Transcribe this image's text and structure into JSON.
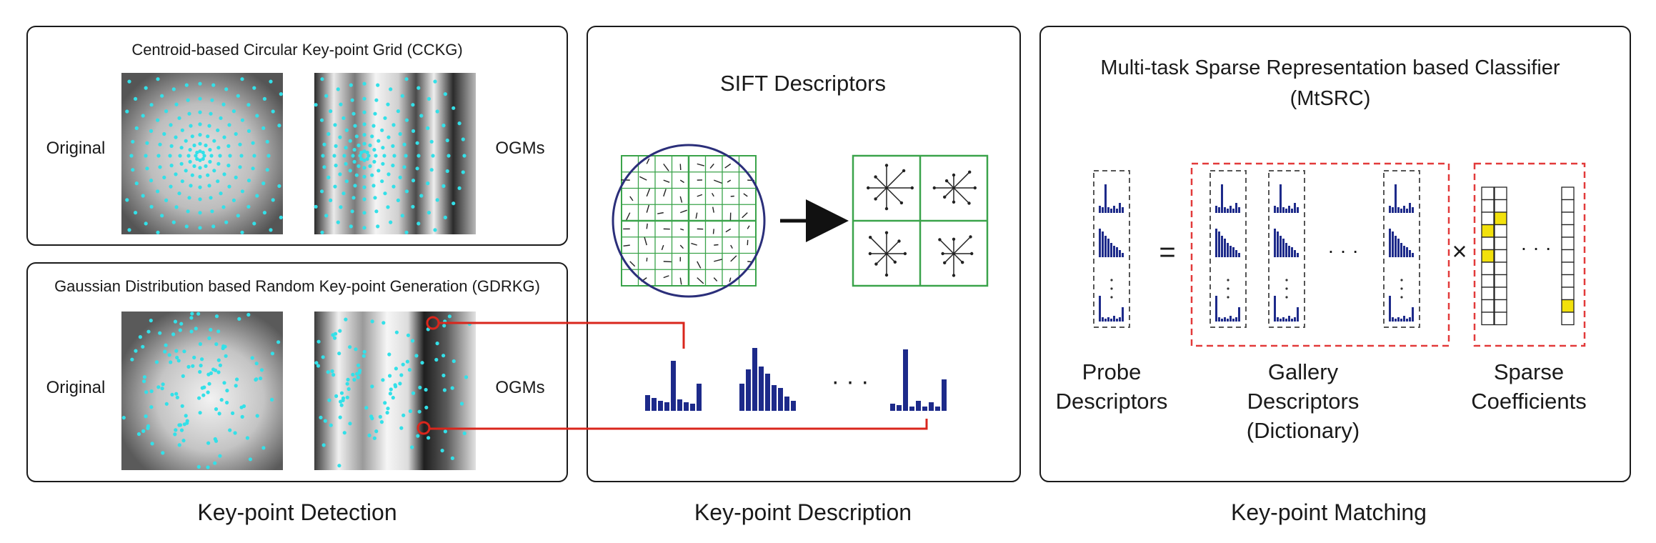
{
  "detection": {
    "cckg_title": "Centroid-based Circular Key-point Grid (CCKG)",
    "gdrkg_title": "Gaussian Distribution based Random Key-point Generation (GDRKG)",
    "original_label": "Original",
    "ogms_label": "OGMs",
    "caption": "Key-point Detection"
  },
  "description": {
    "title": "SIFT Descriptors",
    "ellipsis": "· · ·",
    "caption": "Key-point Description"
  },
  "matching": {
    "title_line1": "Multi-task Sparse Representation based Classifier",
    "title_line2": "(MtSRC)",
    "equals": "=",
    "times": "×",
    "dots": "· · ·",
    "probe_line1": "Probe",
    "probe_line2": "Descriptors",
    "gallery_line1": "Gallery",
    "gallery_line2": "Descriptors",
    "gallery_line3": "(Dictionary)",
    "sparse_line1": "Sparse",
    "sparse_line2": "Coefficients",
    "caption": "Key-point Matching"
  },
  "colors": {
    "panel_border": "#1a1a1a",
    "keypoint": "#33e0e8",
    "grid_green": "#3aa34a",
    "circle_navy": "#2b2f7a",
    "bar_navy": "#1d2a8a",
    "link_red": "#d9261c",
    "dash_red": "#e23a3a",
    "coeff_yellow": "#f2e10c"
  },
  "icons": {
    "arrow": "arrow-right-icon",
    "histogram": "histogram-icon"
  }
}
